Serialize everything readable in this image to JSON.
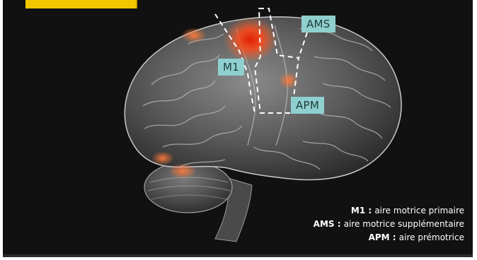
{
  "callouts": {
    "ams": "AMS",
    "m1": "M1",
    "apm": "APM"
  },
  "legend": [
    {
      "abbr": "M1",
      "sep": " : ",
      "text": "aire motrice primaire"
    },
    {
      "abbr": "AMS",
      "sep": " : ",
      "text": "aire motrice supplémentaire"
    },
    {
      "abbr": "APM",
      "sep": " : ",
      "text": "aire prémotrice"
    }
  ],
  "colors": {
    "panel": "#111111",
    "tab": "#f3c700",
    "callout_bg": "#8fcfcf",
    "activation": "#ff4a1a",
    "legend_text": "#ffffff"
  }
}
